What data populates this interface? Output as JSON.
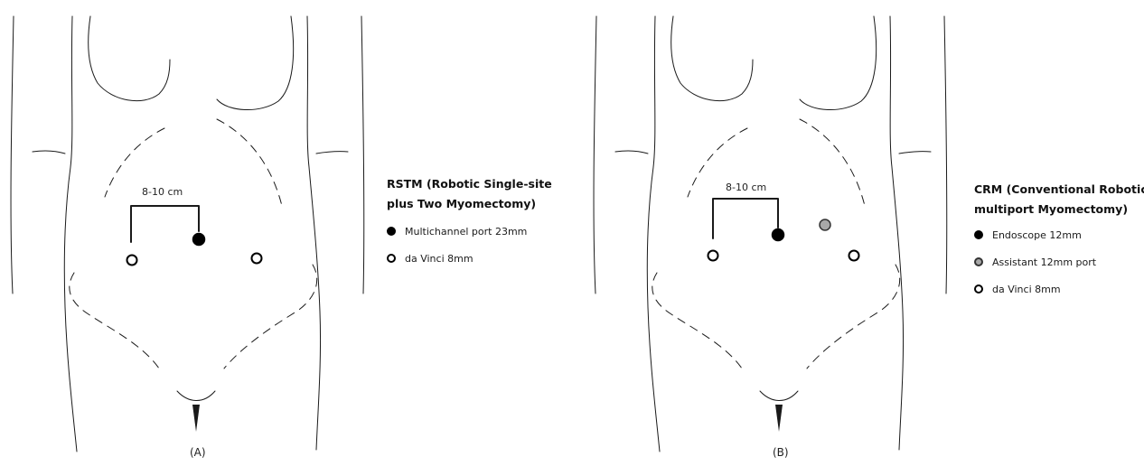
{
  "panel_a": {
    "label": "(A)",
    "measurement": "8-10 cm",
    "legend_title_line1": "RSTM (Robotic Single-site",
    "legend_title_line2": "plus Two Myomectomy)",
    "legend": [
      {
        "marker": "filled-black",
        "label": "Multichannel port 23mm"
      },
      {
        "marker": "hollow",
        "label": "da Vinci 8mm"
      }
    ]
  },
  "panel_b": {
    "label": "(B)",
    "measurement": "8-10 cm",
    "legend_title_line1": "CRM (Conventional Robotic",
    "legend_title_line2": "multiport Myomectomy)",
    "legend": [
      {
        "marker": "filled-black",
        "label": "Endoscope 12mm"
      },
      {
        "marker": "filled-gray",
        "label": "Assistant 12mm port"
      },
      {
        "marker": "hollow",
        "label": "da Vinci 8mm"
      }
    ]
  },
  "colors": {
    "line": "#1a1a1a",
    "assistant_port": "#a8a8a8"
  }
}
